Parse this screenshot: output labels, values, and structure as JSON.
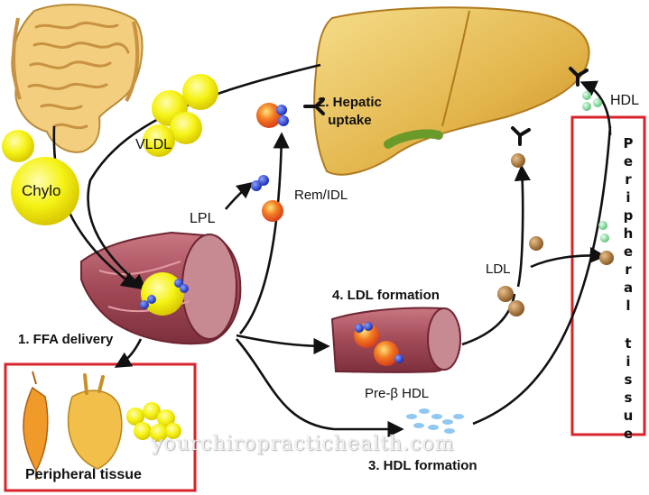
{
  "labels": {
    "chylo": "Chylo",
    "vldl": "VLDL",
    "hepatic_uptake": "2. Hepatic\nuptake",
    "hdl": "HDL",
    "rem_idl": "Rem/IDL",
    "lpl": "LPL",
    "ffa_delivery": "1. FFA delivery",
    "ldl_formation": "4. LDL formation",
    "ldl": "LDL",
    "pre_beta_hdl": "Pre-β HDL",
    "hdl_formation": "3. HDL formation",
    "peripheral_tissue_bottom": "Peripheral tissue",
    "peripheral_vertical_1": "Peripheral",
    "peripheral_vertical_2": "tissue"
  },
  "watermark": "yourchiropractichealth.com",
  "colors": {
    "lipoprotein_yellow": "#f3f20a",
    "liver": "#e8c054",
    "vessel": "#b05a66",
    "apolipoprotein_blue": "#2f48d8",
    "remnant_orange": "#ee6a1c",
    "ldl_brown": "#b07a3a",
    "hdl_green": "#9ee0a8",
    "frame_red": "#d8232a"
  }
}
